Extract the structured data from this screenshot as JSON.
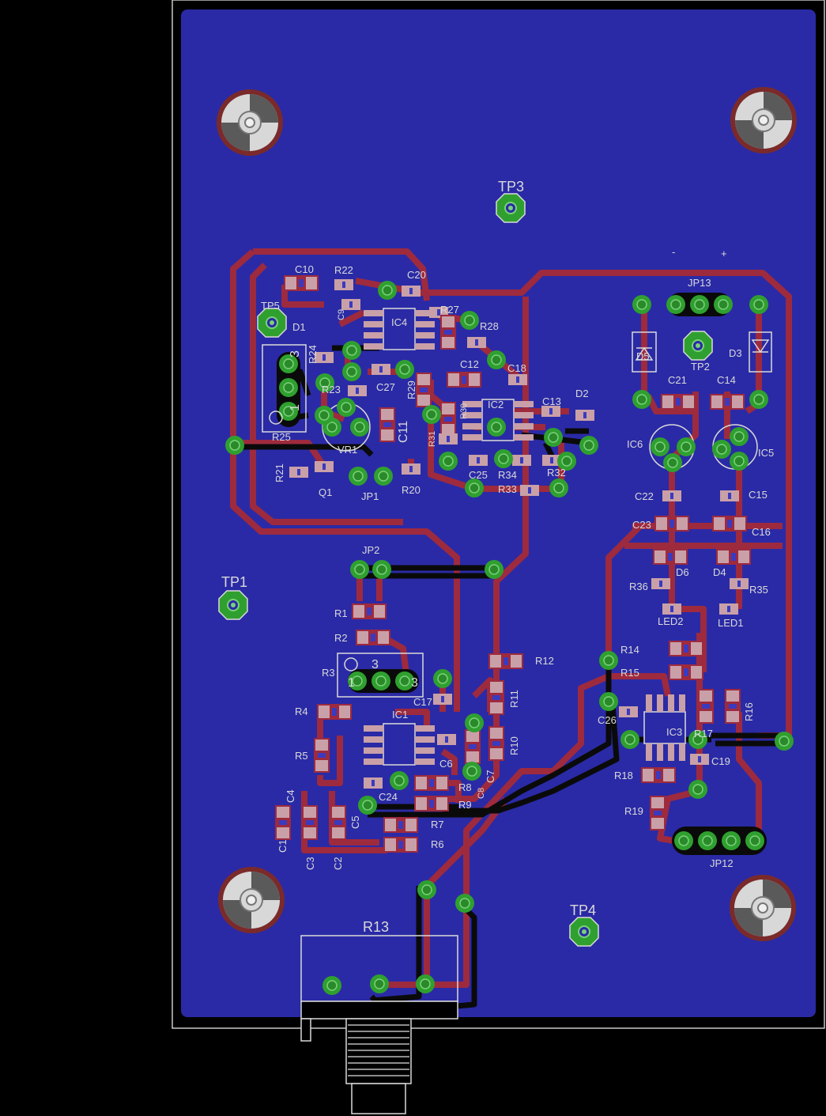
{
  "colors": {
    "background": "#000000",
    "board_outline": "#c8c8c8",
    "ground_pour": "#2a2aa6",
    "top_trace": "#9e2a3e",
    "bottom_trace": "#0a0a0a",
    "pad_green": "#2fa02f",
    "pad_ring": "#7ad07a",
    "smd_pad": "#c9a0a8",
    "silkscreen": "#d9d9d9"
  },
  "labels": {
    "TP3": "TP3",
    "TP5": "TP5",
    "TP2": "TP2",
    "TP1": "TP1",
    "TP4": "TP4",
    "JP13": "JP13",
    "JP1": "JP1",
    "JP2": "JP2",
    "JP12": "JP12",
    "C10": "C10",
    "R22": "R22",
    "C20": "C20",
    "R27": "R27",
    "R28": "R28",
    "D1": "D1",
    "C9": "C9",
    "IC4": "IC4",
    "R24": "R24",
    "R23": "R23",
    "C27": "C27",
    "R29": "R29",
    "C12": "C12",
    "C18": "C18",
    "C13": "C13",
    "D2": "D2",
    "IC2": "IC2",
    "C11": "C11",
    "VR1": "VR1",
    "R25": "R25",
    "R21": "R21",
    "Q1": "Q1",
    "R20": "R20",
    "C25": "C25",
    "R34": "R34",
    "R32": "R32",
    "R33": "R33",
    "R30": "R30",
    "R31": "R31",
    "D5": "D5",
    "D3": "D3",
    "C21": "C21",
    "C14": "C14",
    "IC6": "IC6",
    "IC5": "IC5",
    "C22": "C22",
    "C15": "C15",
    "C23": "C23",
    "C16": "C16",
    "D6": "D6",
    "D4": "D4",
    "R36": "R36",
    "R35": "R35",
    "LED2": "LED2",
    "LED1": "LED1",
    "R1": "R1",
    "R2": "R2",
    "R3": "R3",
    "R4": "R4",
    "R5": "R5",
    "C17": "C17",
    "IC1": "IC1",
    "C6": "C6",
    "C7": "C7",
    "R8": "R8",
    "R9": "R9",
    "C24": "C24",
    "R7": "R7",
    "R6": "R6",
    "C4": "C4",
    "C5": "C5",
    "C1": "C1",
    "C3": "C3",
    "C2": "C2",
    "R12": "R12",
    "R11": "R11",
    "R10": "R10",
    "R14": "R14",
    "R15": "R15",
    "C26": "C26",
    "IC3": "IC3",
    "R16": "R16",
    "R17": "R17",
    "R18": "R18",
    "C19": "C19",
    "R19": "R19",
    "R13": "R13",
    "C8": "C8",
    "minus": "-",
    "plus": "+",
    "pot_num_1": "1",
    "pot_num_3": "3",
    "pot_num_3b": "3",
    "pot_num_1b": "1",
    "pot_num_3c": "3"
  }
}
